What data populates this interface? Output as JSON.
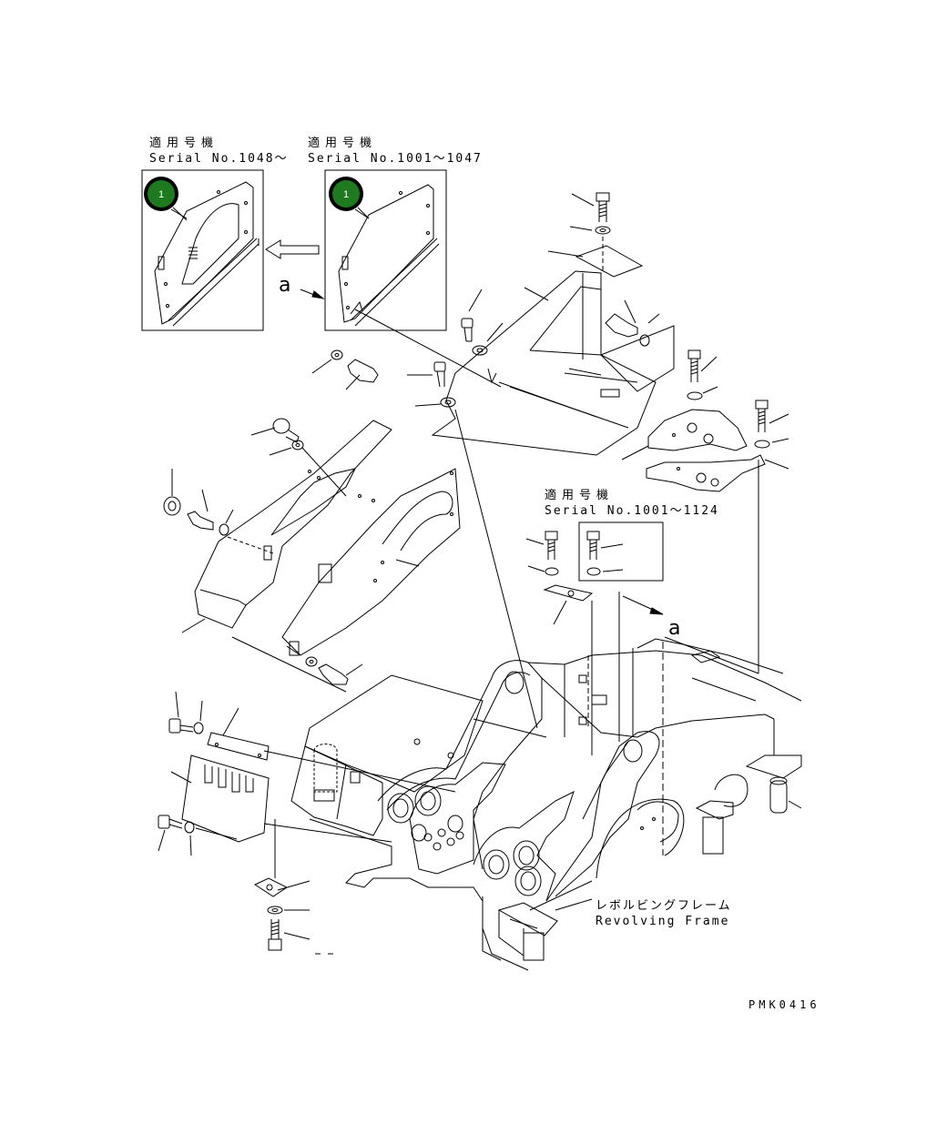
{
  "insets": [
    {
      "title_jp": "適用号機",
      "serial": "Serial No.1048～",
      "callout": "1"
    },
    {
      "title_jp": "適用号機",
      "serial": "Serial No.1001～1047",
      "callout": "1"
    }
  ],
  "inset_serial_mid": {
    "title_jp": "適用号機",
    "serial": "Serial No.1001～1124"
  },
  "view_marker": "a",
  "frame_label": {
    "jp": "レボルビングフレーム",
    "en": "Revolving Frame"
  },
  "drawing_code": "PMK0416",
  "colors": {
    "callout_fill": "#1e7a1e",
    "callout_ring": "#000000",
    "line": "#000000"
  }
}
